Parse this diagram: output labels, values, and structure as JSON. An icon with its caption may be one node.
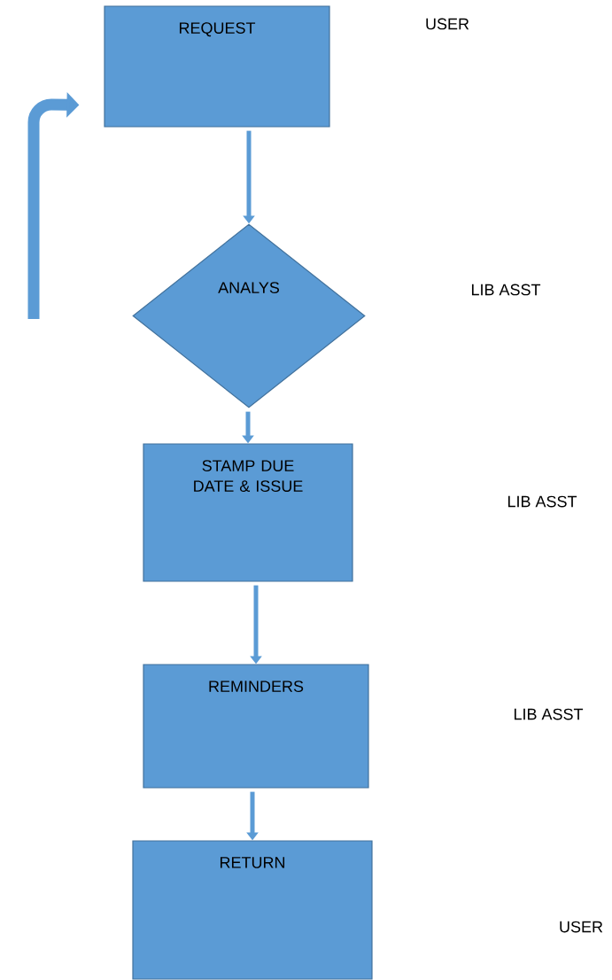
{
  "diagram": {
    "nodes": [
      {
        "text": [
          "REQUEST"
        ]
      },
      {
        "text": [
          "ANALYS"
        ]
      },
      {
        "text": [
          "STAMP DUE DATE & ISSUE"
        ]
      },
      {
        "text": [
          "REMINDERS"
        ]
      },
      {
        "text": [
          "RETURN"
        ]
      }
    ],
    "labels": [
      "USER",
      "LIB ASST",
      "LIB ASST",
      "LIB ASST",
      "USER"
    ],
    "edges": [
      {
        "from": null,
        "to": 0,
        "arrow": "to",
        "style": "thick"
      },
      {
        "from": 0,
        "to": 1,
        "arrow": "to"
      },
      {
        "from": 1,
        "to": 2,
        "arrow": "to"
      },
      {
        "from": 2,
        "to": 3,
        "arrow": "to"
      },
      {
        "from": 3,
        "to": 4,
        "arrow": "to"
      }
    ]
  }
}
